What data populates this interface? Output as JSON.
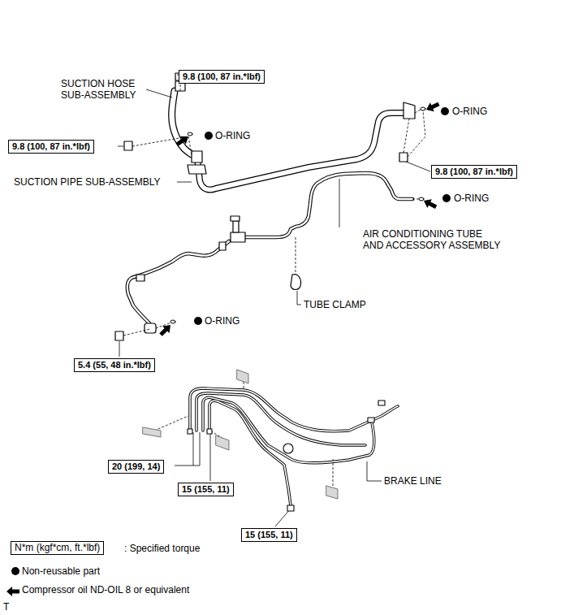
{
  "diagram": {
    "nodes": [
      {
        "text": [
          "9.8 (100, 87 in.*lbf)"
        ]
      },
      {
        "text": [
          "9.8 (100, 87 in.*lbf)"
        ]
      },
      {
        "text": [
          "9.8 (100, 87 in.*lbf)"
        ]
      },
      {
        "text": [
          "5.4 (55, 48 in.*lbf)"
        ]
      },
      {
        "text": [
          "20 (199, 14)"
        ]
      },
      {
        "text": [
          "15 (155, 11)"
        ]
      },
      {
        "text": [
          "15 (155, 11)"
        ]
      },
      {
        "text": [
          "N*m (kgf*cm, ft.*lbf)"
        ]
      }
    ],
    "labels": [
      "SUCTION HOSE SUB-ASSEMBLY",
      "O-RING",
      "SUCTION PIPE SUB-ASSEMBLY",
      "O-RING",
      "O-RING",
      "AIR CONDITIONING TUBE AND ACCESSORY ASSEMBLY",
      "TUBE CLAMP",
      "O-RING",
      "BRAKE LINE",
      "T"
    ],
    "legend": [
      {
        "text": ": Specified torque"
      },
      {
        "text": "Non-reusable part"
      },
      {
        "text": "Compressor oil ND-OIL 8 or equivalent"
      }
    ]
  }
}
